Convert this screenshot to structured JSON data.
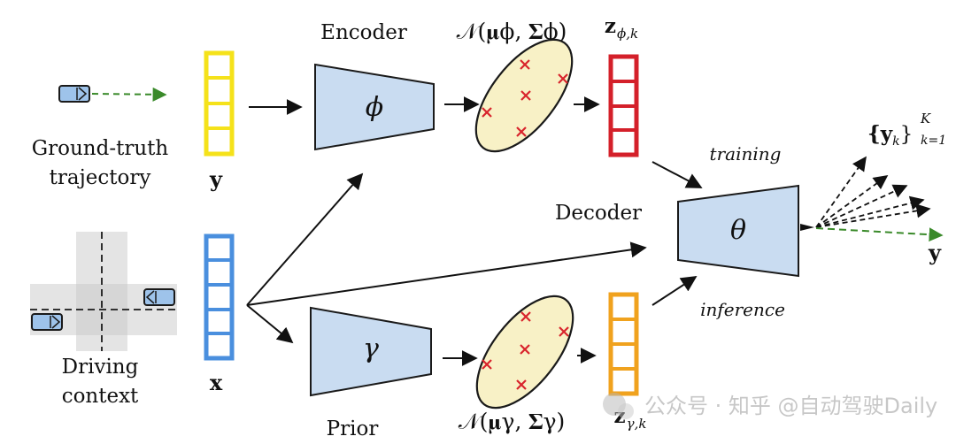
{
  "labels": {
    "encoder": "Encoder",
    "decoder": "Decoder",
    "prior": "Prior",
    "ground_truth_line1": "Ground-truth",
    "ground_truth_line2": "trajectory",
    "driving_line1": "Driving",
    "driving_line2": "context",
    "training": "training",
    "inference": "inference"
  },
  "math": {
    "encoder_symbol": "ϕ",
    "prior_symbol": "γ",
    "decoder_symbol": "θ",
    "y_vec": "y",
    "x_vec": "x",
    "y_out": "y",
    "normal_enc": "𝒩(𝛍ϕ, 𝚺ϕ)",
    "normal_prior": "𝒩(𝛍γ, 𝚺γ)",
    "z_enc": "z",
    "z_enc_sub": "ϕ,k",
    "z_prior": "z",
    "z_prior_sub": "γ,k",
    "set_main": "{y",
    "set_sub": "k",
    "set_close": "}",
    "set_super": "K",
    "set_lower": "k=1"
  },
  "watermark": "公众号 · 知乎 @自动驾驶Daily",
  "colors": {
    "y_vector": "#f5e21a",
    "x_vector": "#4a8fde",
    "z_enc_vector": "#d4202a",
    "z_prior_vector": "#f0a21e",
    "network_fill": "#c9dcf1",
    "gaussian_fill": "#f8f1c6",
    "trajectory_green": "#3a8a2a",
    "sample_red": "#d8242c"
  }
}
